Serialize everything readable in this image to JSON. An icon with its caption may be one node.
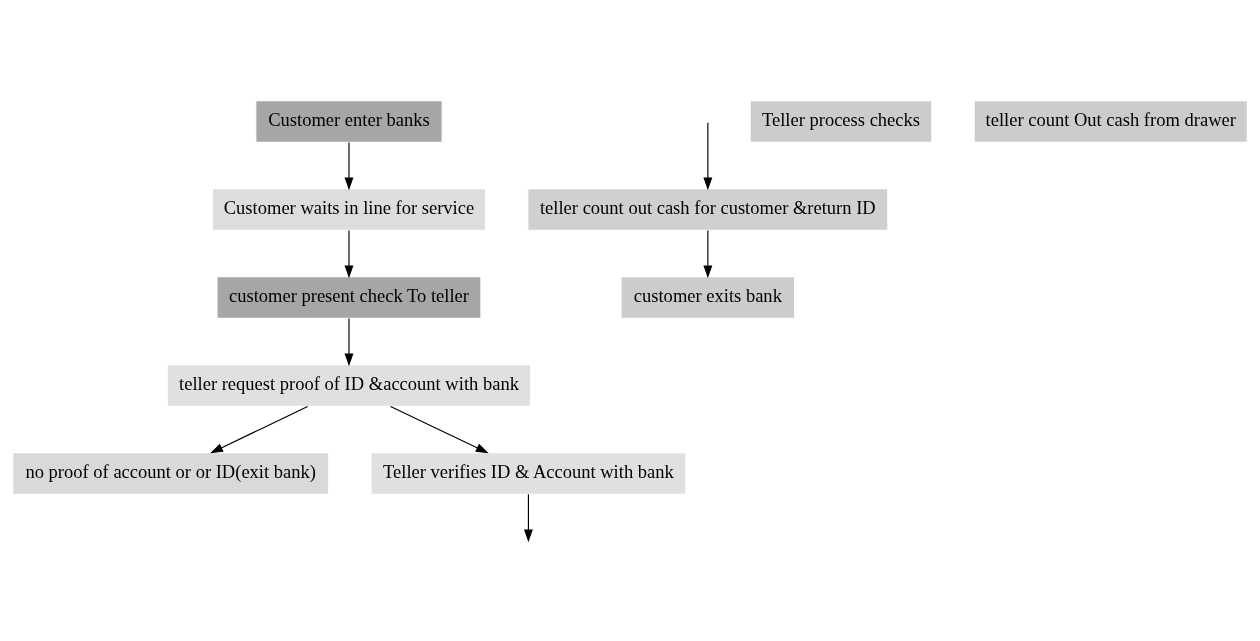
{
  "diagram": {
    "nodes": [
      {
        "text": [
          "Customer enter banks"
        ]
      },
      {
        "text": [
          "no proof of account or or ID(exit bank)"
        ]
      },
      {
        "text": [
          "customer exits bank"
        ]
      },
      {
        "text": [
          "Customer waits in line for service"
        ]
      },
      {
        "text": [
          "customer present check To teller"
        ]
      },
      {
        "text": [
          "teller request proof of ID &account with bank"
        ]
      },
      {
        "text": [
          "teller count out cash for customer &return ID"
        ]
      },
      {
        "text": [
          "Teller verifies ID & Account with bank"
        ]
      },
      {
        "text": [
          "Teller process checks"
        ]
      },
      {
        "text": [
          "teller count Out cash from drawer"
        ]
      }
    ],
    "edges": [
      {
        "from": 0,
        "to": 3,
        "arrow": "to"
      },
      {
        "from": 3,
        "to": 4,
        "arrow": "to"
      },
      {
        "from": 4,
        "to": 5,
        "arrow": "to"
      },
      {
        "from": 5,
        "to": 1,
        "arrow": "to"
      },
      {
        "from": 5,
        "to": 7,
        "arrow": "to"
      },
      {
        "from": 7,
        "to": null,
        "arrow": "to"
      },
      {
        "from": null,
        "to": 6,
        "arrow": "to"
      },
      {
        "from": 6,
        "to": 2,
        "arrow": "to"
      }
    ]
  }
}
